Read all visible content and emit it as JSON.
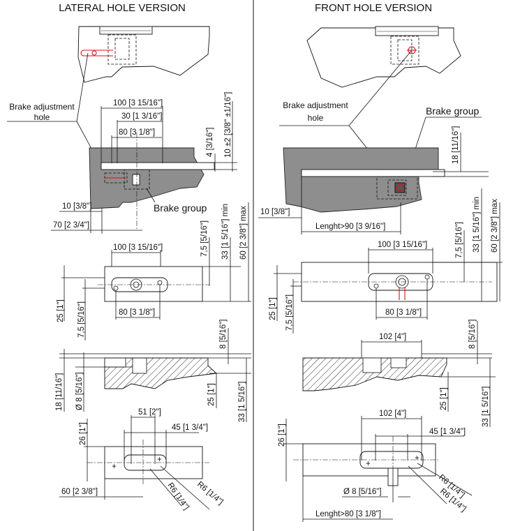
{
  "titles": {
    "left": "LATERAL HOLE VERSION",
    "right": "FRONT HOLE VERSION"
  },
  "labels": {
    "brake_adjustment_left": [
      "Brake adjustment",
      "hole"
    ],
    "brake_group_left": "Brake group",
    "brake_adjustment_right": [
      "Brake adjustment",
      "hole"
    ],
    "brake_group_right": "Brake group"
  },
  "left_dims": {
    "d_100": "100 [3 15/16\"]",
    "d_30": "30 [1 3/16\"]",
    "d_80": "80 [3 1/8\"]",
    "d_4": "4 [3/16\"]",
    "d_10tol": "10 ±2 [3/8\" ±1/16\"]",
    "d_10": "10 [3/8\"]",
    "d_70": "70 [2 3/4\"]",
    "d_100b": "100 [3 15/16\"]",
    "d_75": "7,5 [5/16\"]",
    "d_33min": "33 [1 5/16\"] min",
    "d_60max": "60 [2 3/8\"] max",
    "d_25": "25 [1\"]",
    "d_75b": "7,5 [5/16\"]",
    "d_80b": "80 [3 1/8\"]",
    "d_8": "8 [5/16\"]",
    "d_18": "18 [11/16\"]",
    "d_phi8": "Ø 8 [5/16\"]",
    "d_25b": "25 [1\"]",
    "d_33": "33 [1 5/16\"]",
    "d_51": "51 [2\"]",
    "d_45": "45 [1 3/4\"]",
    "d_26": "26 [1\"]",
    "d_60": "60 [2 3/8\"]",
    "d_r6a": "R6 [1/4\"]",
    "d_r6b": "R6 [1/4\"]"
  },
  "right_dims": {
    "d_18": "18 [11/16\"]",
    "d_10": "10 [3/8\"]",
    "d_90": "Lenght>90 [3 9/16\"]",
    "d_33min": "33 [1 5/16\"] min",
    "d_60max": "60 [2 3/8\"] max",
    "d_75": "7,5 [5/16\"]",
    "d_100": "100 [3 15/16\"]",
    "d_25": "25 [1\"]",
    "d_75b": "7,5 [5/16\"]",
    "d_80": "80 [3 1/8\"]",
    "d_102": "102 [4\"]",
    "d_8": "8 [5/16\"]",
    "d_25b": "25 [1\"]",
    "d_33": "33 [1 5/16\"]",
    "d_102b": "102 [4\"]",
    "d_45": "45 [1 3/4\"]",
    "d_26": "26 [1\"]",
    "d_phi8": "Ø 8 [5/16\"]",
    "d_r6a": "R6 [1/4\"]",
    "d_r6b": "R6 [1/4\"]",
    "d_80len": "Lenght>80 [3 1/8\"]"
  }
}
